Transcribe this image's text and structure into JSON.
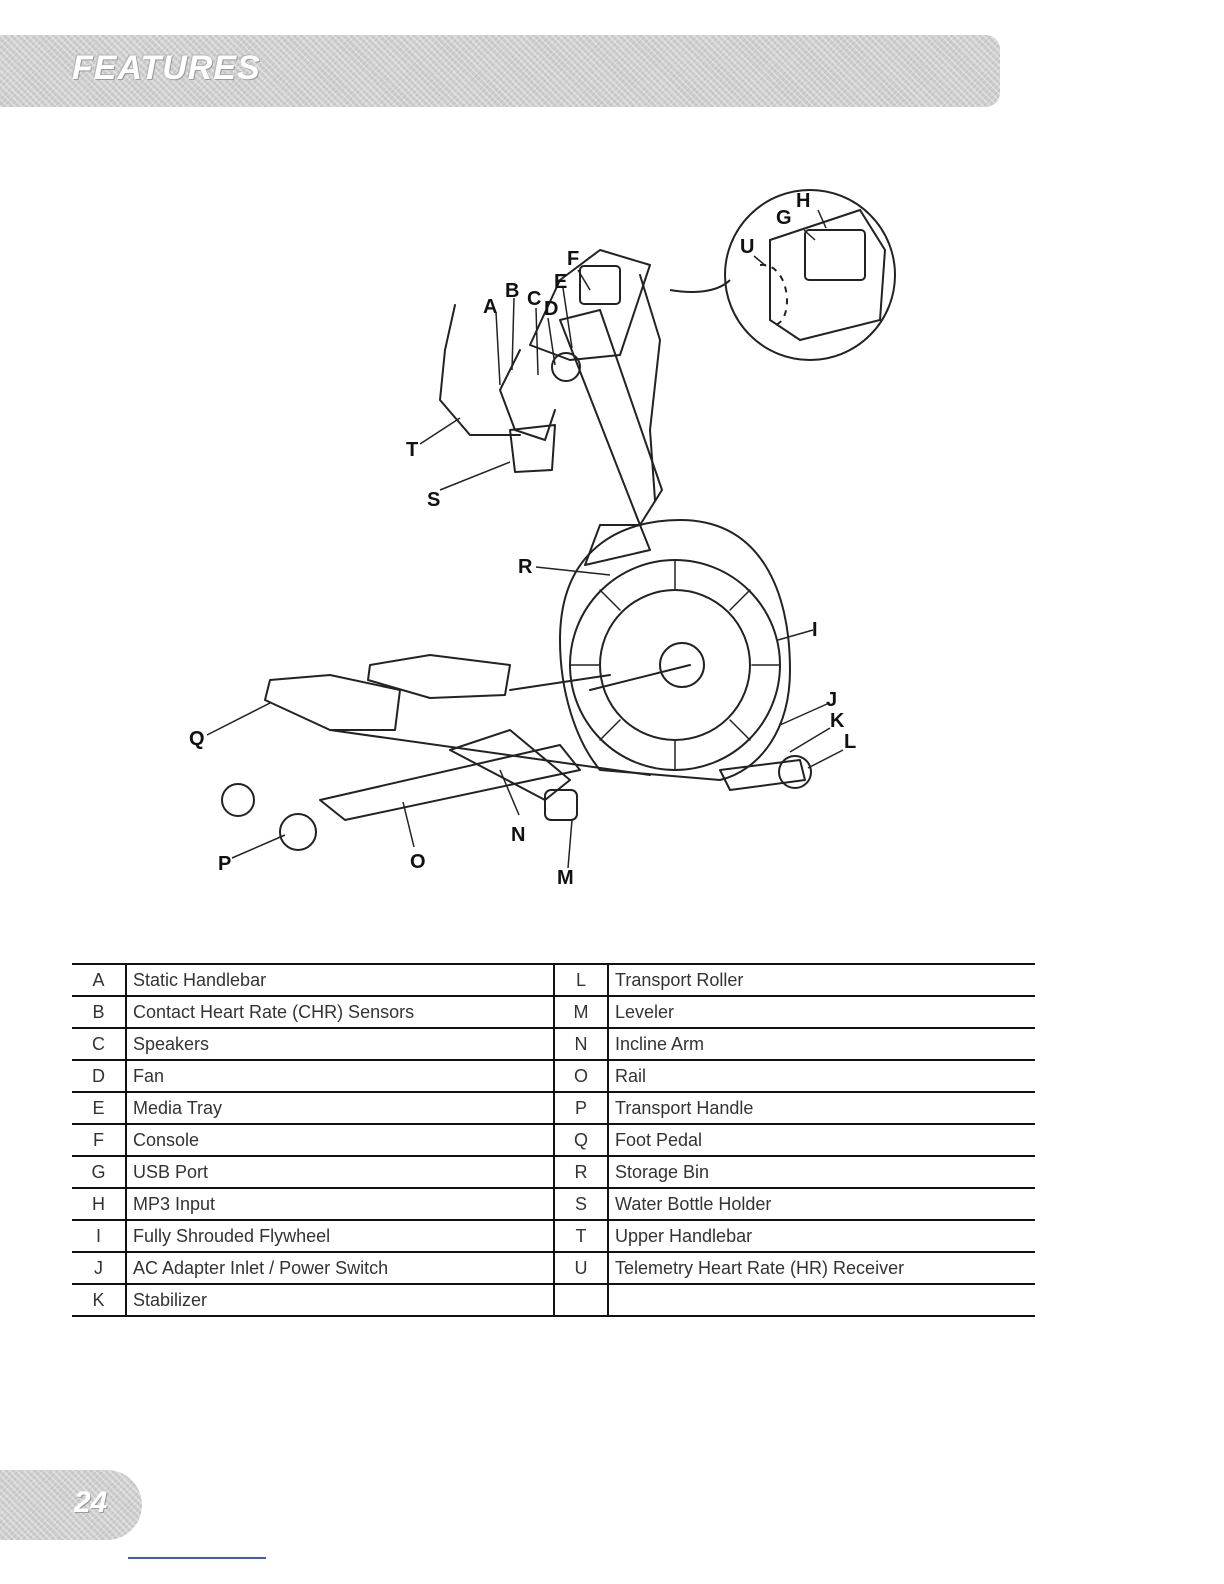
{
  "header": {
    "title": "FEATURES"
  },
  "diagram": {
    "callouts": {
      "A": "A",
      "B": "B",
      "C": "C",
      "D": "D",
      "E": "E",
      "F": "F",
      "G": "G",
      "H": "H",
      "I": "I",
      "J": "J",
      "K": "K",
      "L": "L",
      "M": "M",
      "N": "N",
      "O": "O",
      "P": "P",
      "Q": "Q",
      "R": "R",
      "S": "S",
      "T": "T",
      "U": "U"
    }
  },
  "parts_table": {
    "rows": [
      {
        "left_letter": "A",
        "left_desc": "Static Handlebar",
        "right_letter": "L",
        "right_desc": "Transport Roller"
      },
      {
        "left_letter": "B",
        "left_desc": "Contact Heart Rate (CHR) Sensors",
        "right_letter": "M",
        "right_desc": "Leveler"
      },
      {
        "left_letter": "C",
        "left_desc": "Speakers",
        "right_letter": "N",
        "right_desc": "Incline Arm"
      },
      {
        "left_letter": "D",
        "left_desc": "Fan",
        "right_letter": "O",
        "right_desc": "Rail"
      },
      {
        "left_letter": "E",
        "left_desc": "Media Tray",
        "right_letter": "P",
        "right_desc": "Transport Handle"
      },
      {
        "left_letter": "F",
        "left_desc": "Console",
        "right_letter": "Q",
        "right_desc": "Foot Pedal"
      },
      {
        "left_letter": "G",
        "left_desc": "USB Port",
        "right_letter": "R",
        "right_desc": "Storage Bin"
      },
      {
        "left_letter": "H",
        "left_desc": "MP3 Input",
        "right_letter": "S",
        "right_desc": "Water Bottle Holder"
      },
      {
        "left_letter": "I",
        "left_desc": "Fully Shrouded Flywheel",
        "right_letter": "T",
        "right_desc": "Upper Handlebar"
      },
      {
        "left_letter": "J",
        "left_desc": "AC Adapter Inlet / Power Switch",
        "right_letter": "U",
        "right_desc": "Telemetry Heart Rate (HR) Receiver"
      },
      {
        "left_letter": "K",
        "left_desc": "Stabilizer",
        "right_letter": "",
        "right_desc": ""
      }
    ]
  },
  "footer": {
    "page_number": "24"
  }
}
